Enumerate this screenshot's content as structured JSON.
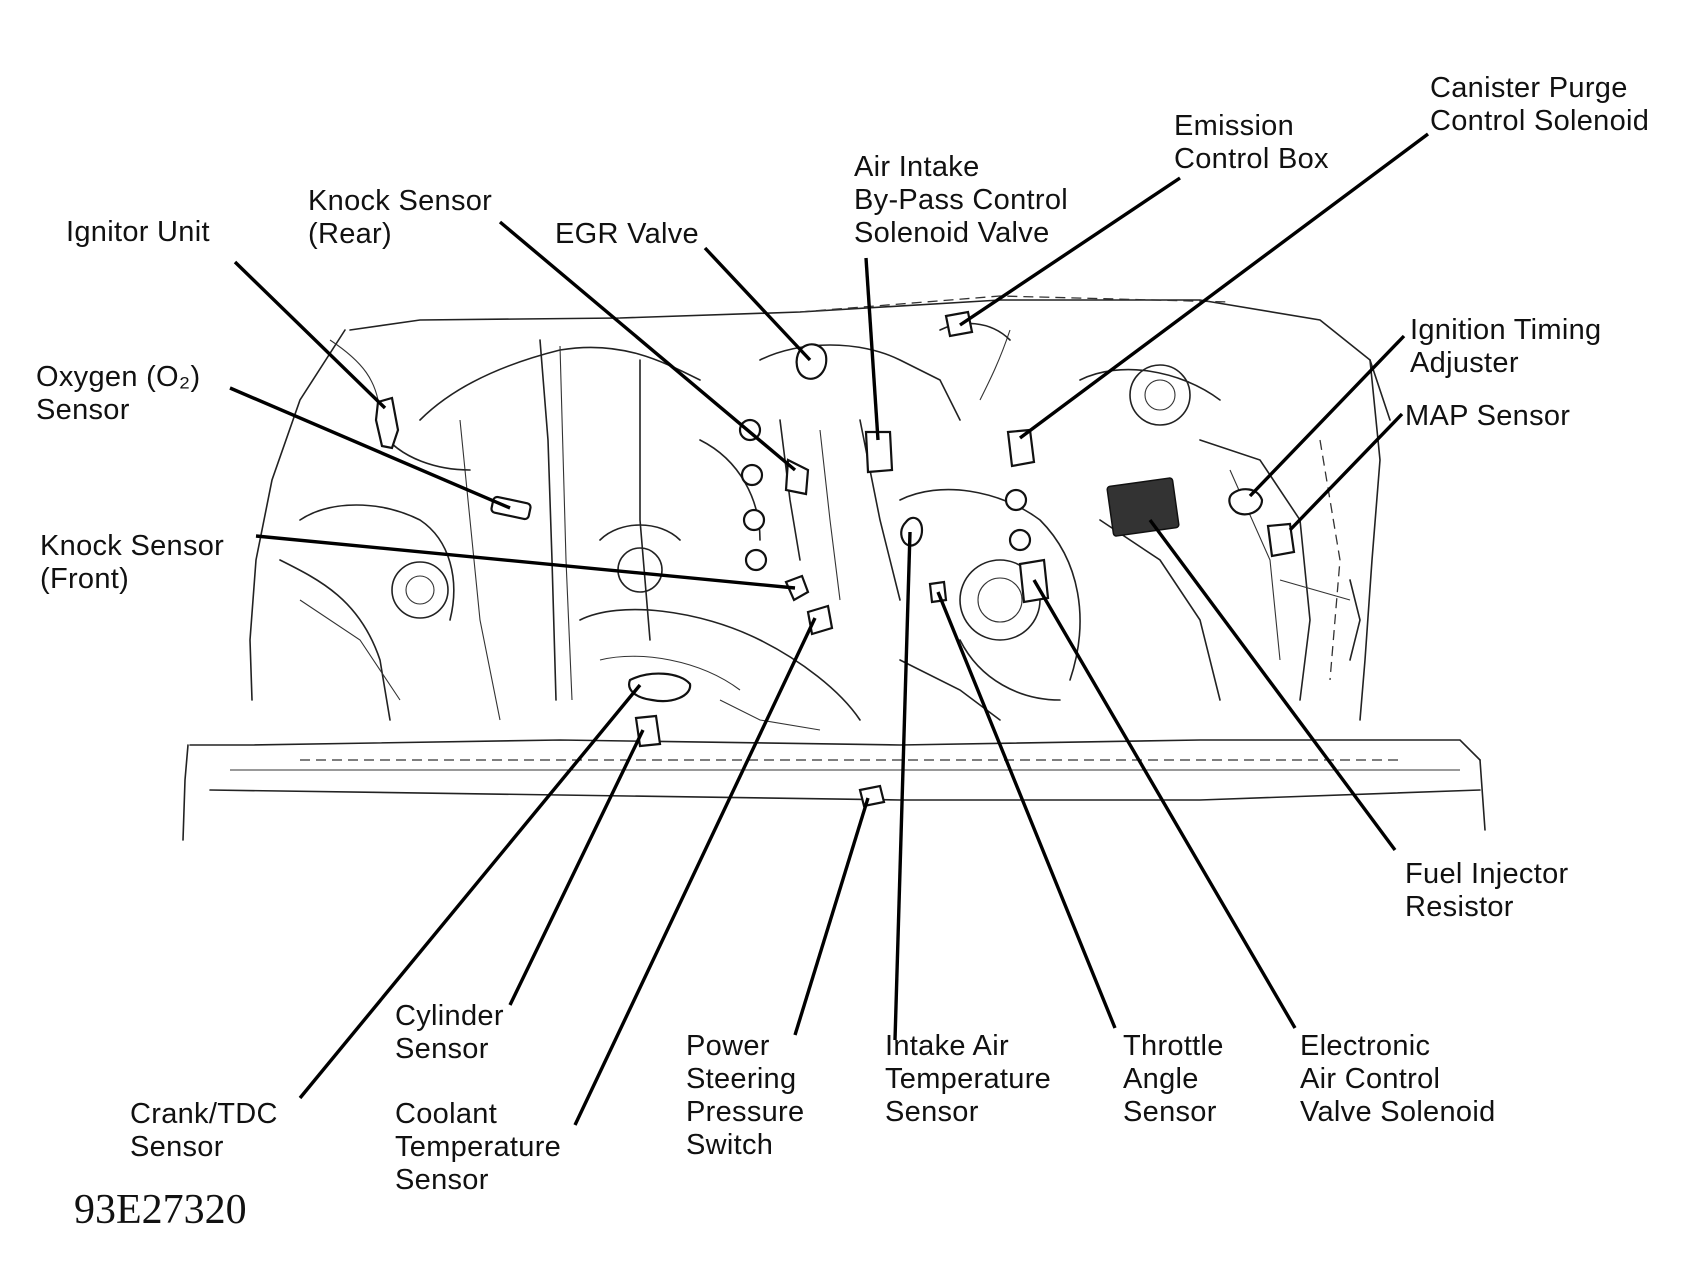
{
  "figure_id": "93E27320",
  "labels": {
    "ignitor_unit": [
      "Ignitor Unit"
    ],
    "knock_sensor_rear": [
      "Knock Sensor",
      "(Rear)"
    ],
    "egr_valve": [
      "EGR Valve"
    ],
    "air_intake_bypass": [
      "Air Intake",
      "By-Pass Control",
      "Solenoid Valve"
    ],
    "emission_control_box": [
      "Emission",
      "Control Box"
    ],
    "canister_purge": [
      "Canister Purge",
      "Control Solenoid"
    ],
    "oxygen_sensor": [
      "Oxygen (O₂)",
      "Sensor"
    ],
    "ignition_timing_adjuster": [
      "Ignition Timing",
      "Adjuster"
    ],
    "map_sensor": [
      "MAP Sensor"
    ],
    "knock_sensor_front": [
      "Knock Sensor",
      "(Front)"
    ],
    "fuel_injector_resistor": [
      "Fuel Injector",
      "Resistor"
    ],
    "cylinder_sensor": [
      "Cylinder",
      "Sensor"
    ],
    "crank_tdc_sensor": [
      "Crank/TDC",
      "Sensor"
    ],
    "coolant_temperature_sensor": [
      "Coolant",
      "Temperature",
      "Sensor"
    ],
    "power_steering_pressure_switch": [
      "Power",
      "Steering",
      "Pressure",
      "Switch"
    ],
    "intake_air_temperature_sensor": [
      "Intake Air",
      "Temperature",
      "Sensor"
    ],
    "throttle_angle_sensor": [
      "Throttle",
      "Angle",
      "Sensor"
    ],
    "electronic_air_control": [
      "Electronic",
      "Air Control",
      "Valve Solenoid"
    ]
  }
}
